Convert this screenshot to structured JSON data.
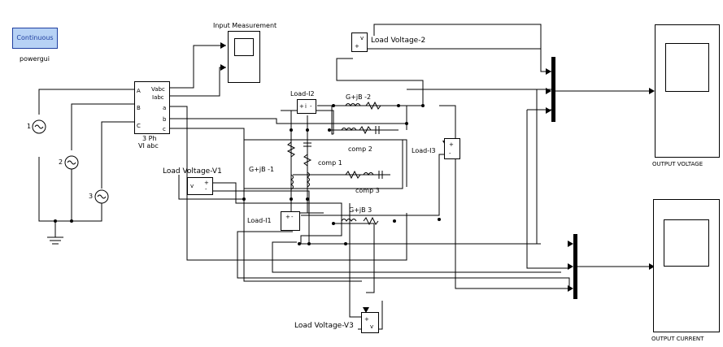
{
  "powergui": {
    "block_label": "Continuous",
    "caption": "powergui"
  },
  "sources": {
    "source_1": "1",
    "source_2": "2",
    "source_3": "3"
  },
  "vi_meas": {
    "port_a": "A",
    "port_b": "B",
    "port_c": "C",
    "port_vabc": "Vabc",
    "port_iabc": "Iabc",
    "port_a_out": "a",
    "port_b_out": "b",
    "port_c_out": "c",
    "caption_line1": "3 Ph",
    "caption_line2": "VI abc"
  },
  "scopes": {
    "input_measurement": "Input Measurement",
    "output_voltage": "OUTPUT VOLTAGE",
    "output_current": "OUTPUT CURRENT"
  },
  "sensors": {
    "load_voltage_2": "Load Voltage-2",
    "load_voltage_v1": "Load Voltage-V1",
    "load_voltage_v3": "Load Voltage-V3",
    "load_i1": "Load-I1",
    "load_i2": "Load-I2",
    "load_i3": "Load-I3",
    "plus": "+",
    "minus": "-",
    "v": "v",
    "i": "i"
  },
  "loads": {
    "g_jb_1": "G+jB -1",
    "g_jb_2": "G+jB -2",
    "g_jb_3": "G+jB 3",
    "comp_1": "comp 1",
    "comp_2": "comp 2",
    "comp_3": "comp 3"
  }
}
